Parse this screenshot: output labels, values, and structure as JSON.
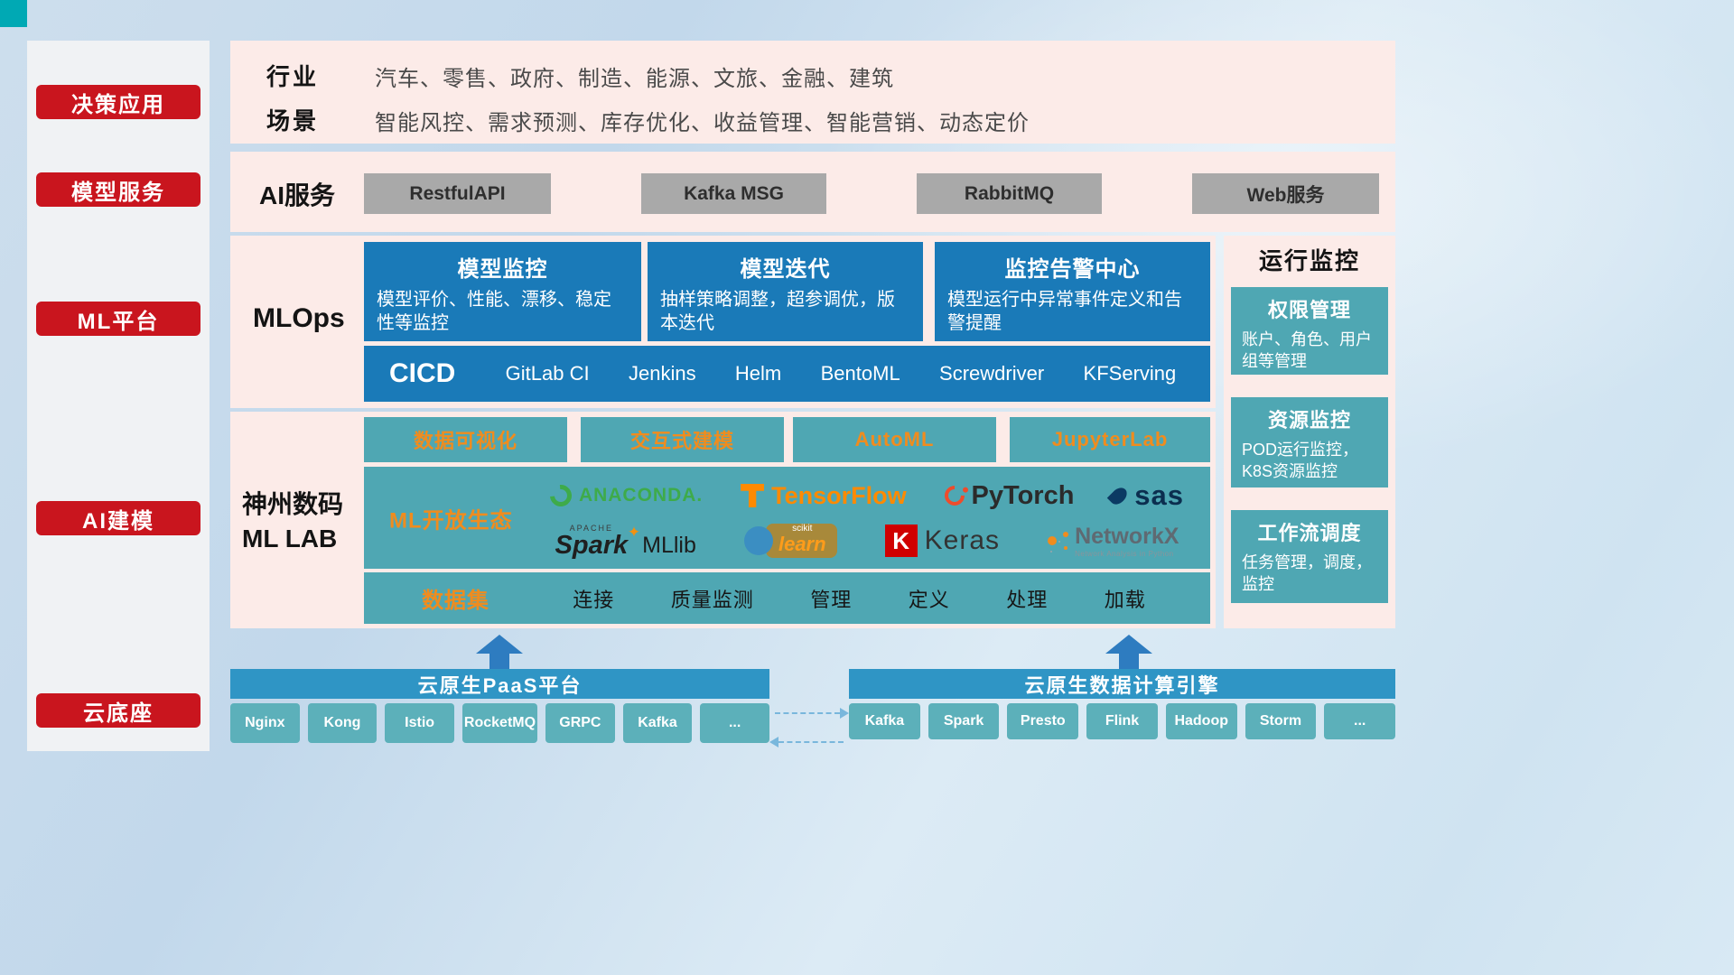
{
  "sidebar": {
    "items": [
      "决策应用",
      "模型服务",
      "ML平台",
      "AI建模",
      "云底座"
    ]
  },
  "overview": {
    "industry_label": "行业",
    "industry_value": "汽车、零售、政府、制造、能源、文旅、金融、建筑",
    "scene_label": "场景",
    "scene_value": "智能风控、需求预测、库存优化、收益管理、智能营销、动态定价"
  },
  "ai_service": {
    "label": "AI服务",
    "buttons": [
      "RestfulAPI",
      "Kafka MSG",
      "RabbitMQ",
      "Web服务"
    ]
  },
  "mlops": {
    "label": "MLOps",
    "cards": [
      {
        "title": "模型监控",
        "desc": "模型评价、性能、漂移、稳定性等监控"
      },
      {
        "title": "模型迭代",
        "desc": "抽样策略调整，超参调优，版本迭代"
      },
      {
        "title": "监控告警中心",
        "desc": "模型运行中异常事件定义和告警提醒"
      }
    ],
    "cicd_label": "CICD",
    "cicd_items": [
      "GitLab CI",
      "Jenkins",
      "Helm",
      "BentoML",
      "Screwdriver",
      "KFServing"
    ]
  },
  "monitoring": {
    "title": "运行监控",
    "cards": [
      {
        "title": "权限管理",
        "desc": "账户、角色、用户组等管理"
      },
      {
        "title": "资源监控",
        "desc": "POD运行监控，K8S资源监控"
      },
      {
        "title": "工作流调度",
        "desc": "任务管理，调度，监控"
      }
    ]
  },
  "mllab": {
    "label_line1": "神州数码",
    "label_line2": "ML LAB",
    "tools": [
      "数据可视化",
      "交互式建模",
      "AutoML",
      "JupyterLab"
    ],
    "ecosystem_label": "ML开放生态",
    "logos": {
      "anaconda": "ANACONDA.",
      "tensorflow": "TensorFlow",
      "pytorch": "PyTorch",
      "sas": "sas",
      "spark_top": "APACHE",
      "spark": "Spark",
      "spark_star": "✦",
      "mllib": "MLlib",
      "scikit": "scikit",
      "learn": "learn",
      "keras_mark": "K",
      "keras": "Keras",
      "networkx": "NetworkX",
      "networkx_sub": "Network Analysis in Python"
    },
    "dataset_label": "数据集",
    "dataset_items": [
      "连接",
      "质量监测",
      "管理",
      "定义",
      "处理",
      "加载"
    ]
  },
  "cloud": {
    "paas_title": "云原生PaaS平台",
    "paas_chips": [
      "Nginx",
      "Kong",
      "Istio",
      "RocketMQ",
      "GRPC",
      "Kafka",
      "..."
    ],
    "engine_title": "云原生数据计算引擎",
    "engine_chips": [
      "Kafka",
      "Spark",
      "Presto",
      "Flink",
      "Hadoop",
      "Storm",
      "..."
    ]
  },
  "colors": {
    "accent_red": "#c9151e",
    "card_blue": "#1a7ab8",
    "teal": "#4fa7b3",
    "orange": "#f08c1e",
    "paas_blue": "#2f95c5",
    "chip_teal": "#5cb0ba",
    "panel_pink": "#fcebe8"
  }
}
